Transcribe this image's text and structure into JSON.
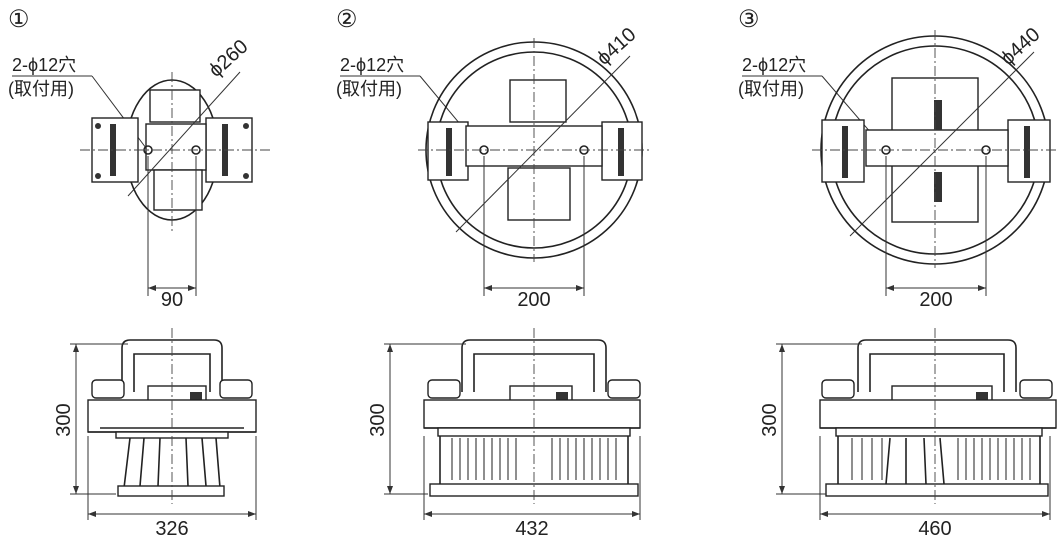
{
  "variants": [
    {
      "num": "①",
      "hole_label_1": "2-ϕ12穴",
      "hole_label_2": "(取付用)",
      "diameter": "ϕ260",
      "hole_span": "90",
      "height": "300",
      "width": "326"
    },
    {
      "num": "②",
      "hole_label_1": "2-ϕ12穴",
      "hole_label_2": "(取付用)",
      "diameter": "ϕ410",
      "hole_span": "200",
      "height": "300",
      "width": "432"
    },
    {
      "num": "③",
      "hole_label_1": "2-ϕ12穴",
      "hole_label_2": "(取付用)",
      "diameter": "ϕ440",
      "hole_span": "200",
      "height": "300",
      "width": "460"
    }
  ]
}
